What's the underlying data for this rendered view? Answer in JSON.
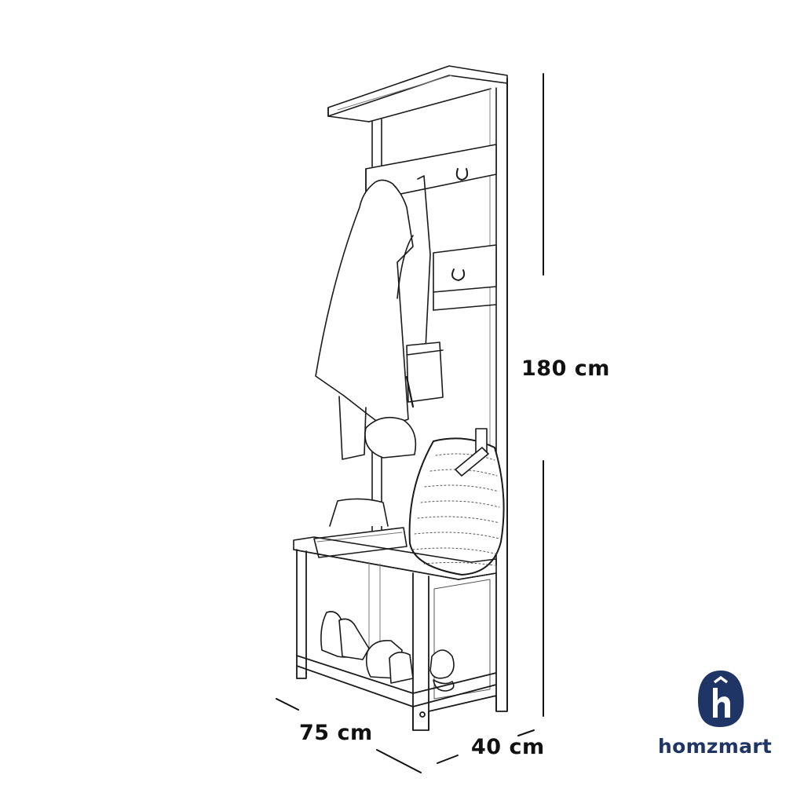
{
  "product": {
    "type": "hall tree with coat hooks, bench and shoe shelf",
    "illustration_style": "line drawing"
  },
  "dimensions": {
    "height": "180 cm",
    "width": "75 cm",
    "depth": "40 cm"
  },
  "brand": {
    "name": "homzmart",
    "logo_letter": "h",
    "color": "#1f3566"
  },
  "colors": {
    "line": "#1a1a1a",
    "dimension_text": "#111111",
    "background": "#ffffff"
  }
}
